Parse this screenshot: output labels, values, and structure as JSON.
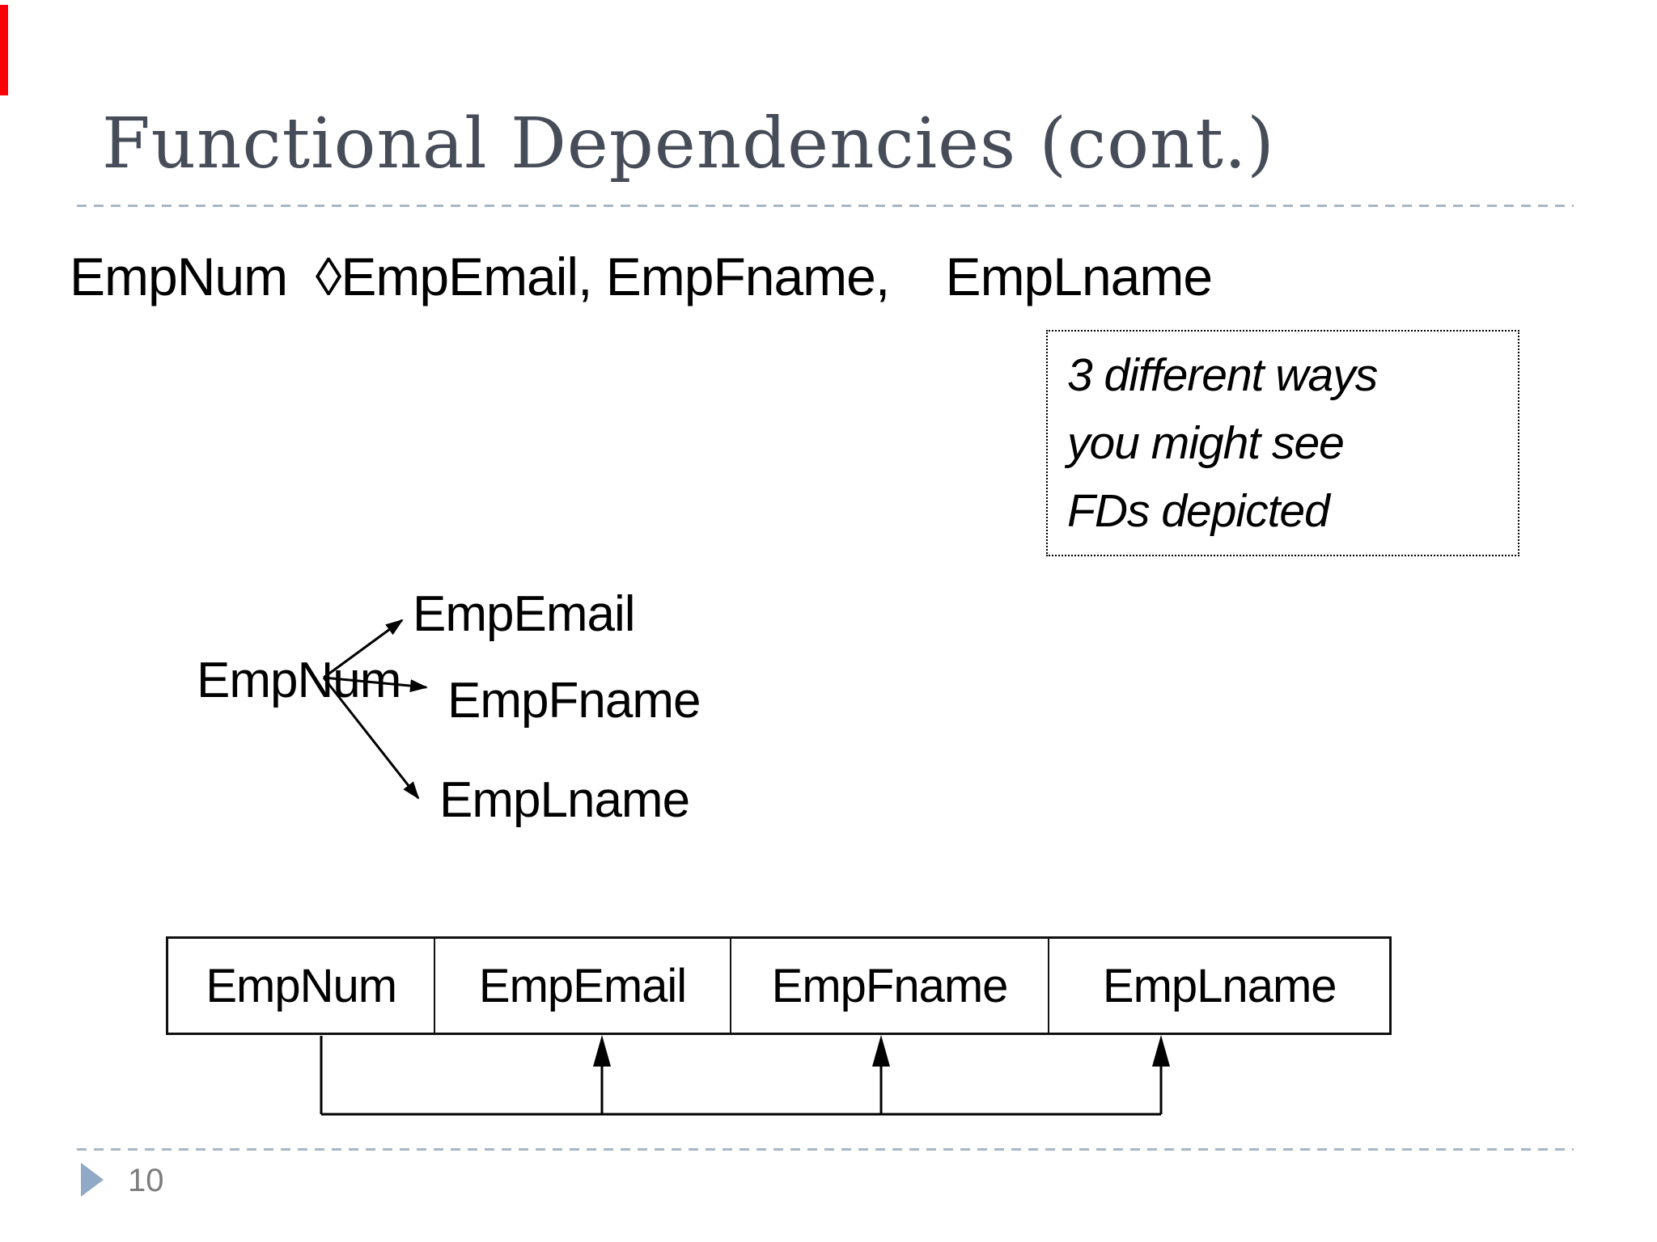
{
  "slide": {
    "title": "Functional Dependencies (cont.)",
    "fd_line": "EmpNum  ◊EmpEmail, EmpFname,    EmpLname",
    "note": {
      "lines": [
        "3 different ways",
        "you might see",
        "FDs depicted"
      ]
    },
    "diagram": {
      "source": "EmpNum",
      "targets": [
        "EmpEmail",
        "EmpFname",
        "EmpLname"
      ]
    },
    "table": {
      "columns": [
        "EmpNum",
        "EmpEmail",
        "EmpFname",
        "EmpLname"
      ],
      "bracket_meaning": "EmpNum determines EmpEmail, EmpFname, EmpLname"
    },
    "footer": {
      "page_number": "10"
    },
    "colors": {
      "title": "#474c59",
      "dashed_rule": "#a9b6c4",
      "body_text": "#000000",
      "footer_triangle": "#8fa9c6",
      "page_number": "#7d7d7d",
      "marker_bar": "#fb0007"
    }
  }
}
